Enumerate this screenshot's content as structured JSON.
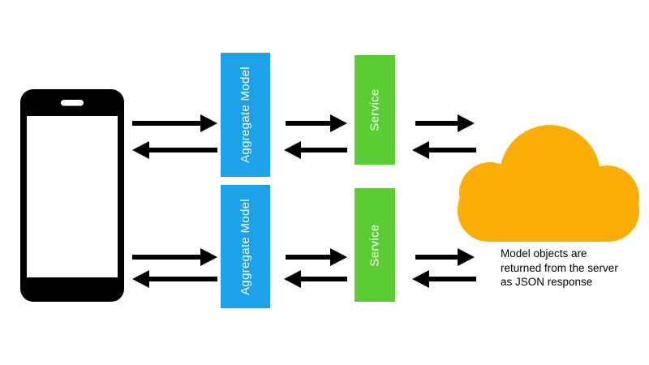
{
  "diagram": {
    "blocks": {
      "aggregate_model_top": "Aggregate Model",
      "aggregate_model_bottom": "Aggregate Model",
      "service_top": "Service",
      "service_bottom": "Service"
    },
    "annotation": {
      "line1": "Model objects are",
      "line2": "returned from the server",
      "line3": "as JSON response"
    },
    "icons": {
      "client": "smartphone-icon",
      "server": "cloud-icon",
      "request": "arrow-right-icon",
      "response": "arrow-left-icon"
    },
    "colors": {
      "aggregate_model_blue": "#1BA2E8",
      "service_green": "#5BCC33",
      "cloud_orange": "#FBAE08",
      "arrow_black": "#000000",
      "block_text_white": "#FFFFFF",
      "annotation_black": "#000000",
      "background_white": "#FFFFFF"
    }
  }
}
